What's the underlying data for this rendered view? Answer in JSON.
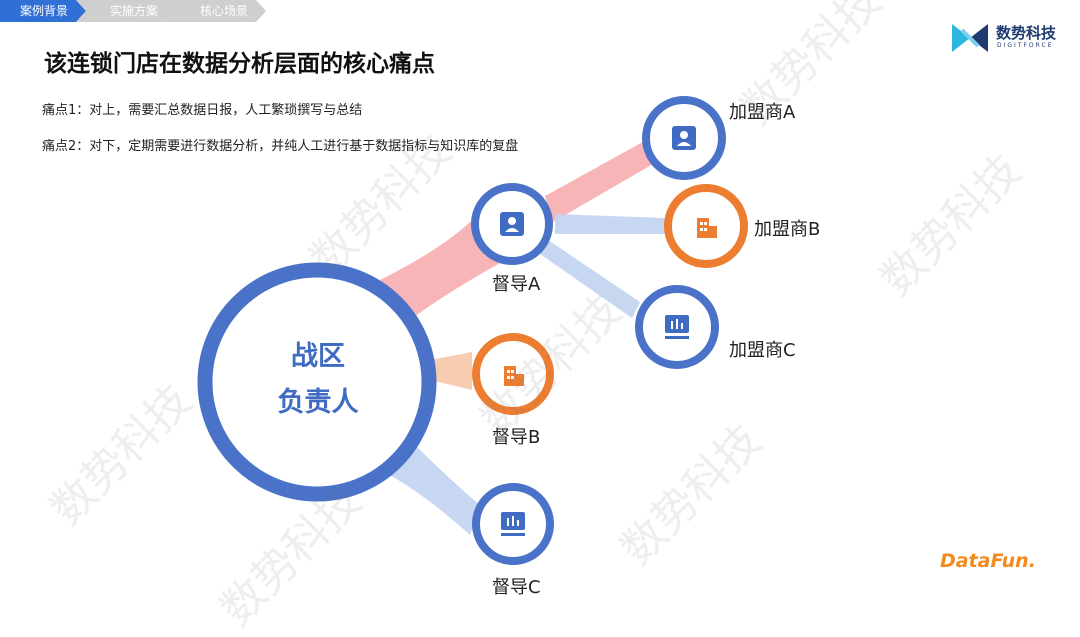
{
  "breadcrumb": [
    "案例背景",
    "实施方案",
    "核心场景"
  ],
  "title": "该连锁门店在数据分析层面的核心痛点",
  "pain_points": [
    "痛点1：对上，需要汇总数据日报，人工繁琐撰写与总结",
    "痛点2：对下，定期需要进行数据分析，并纯人工进行基于数据指标与知识库的复盘"
  ],
  "logo": {
    "name": "数势科技",
    "sub": "DIGITFORCE"
  },
  "datafun_logo": "DataFun.",
  "center": {
    "line1": "战区",
    "line2": "负责人"
  },
  "supervisors": [
    "督导A",
    "督导B",
    "督导C"
  ],
  "franchisees": [
    "加盟商A",
    "加盟商B",
    "加盟商C"
  ],
  "watermark": "数势科技",
  "colors": {
    "blue": "#4a72c8",
    "orange": "#ed7d31",
    "pink": "#f6a8ab",
    "peach": "#f7c6a8",
    "lightblue": "#c2d3ef"
  }
}
